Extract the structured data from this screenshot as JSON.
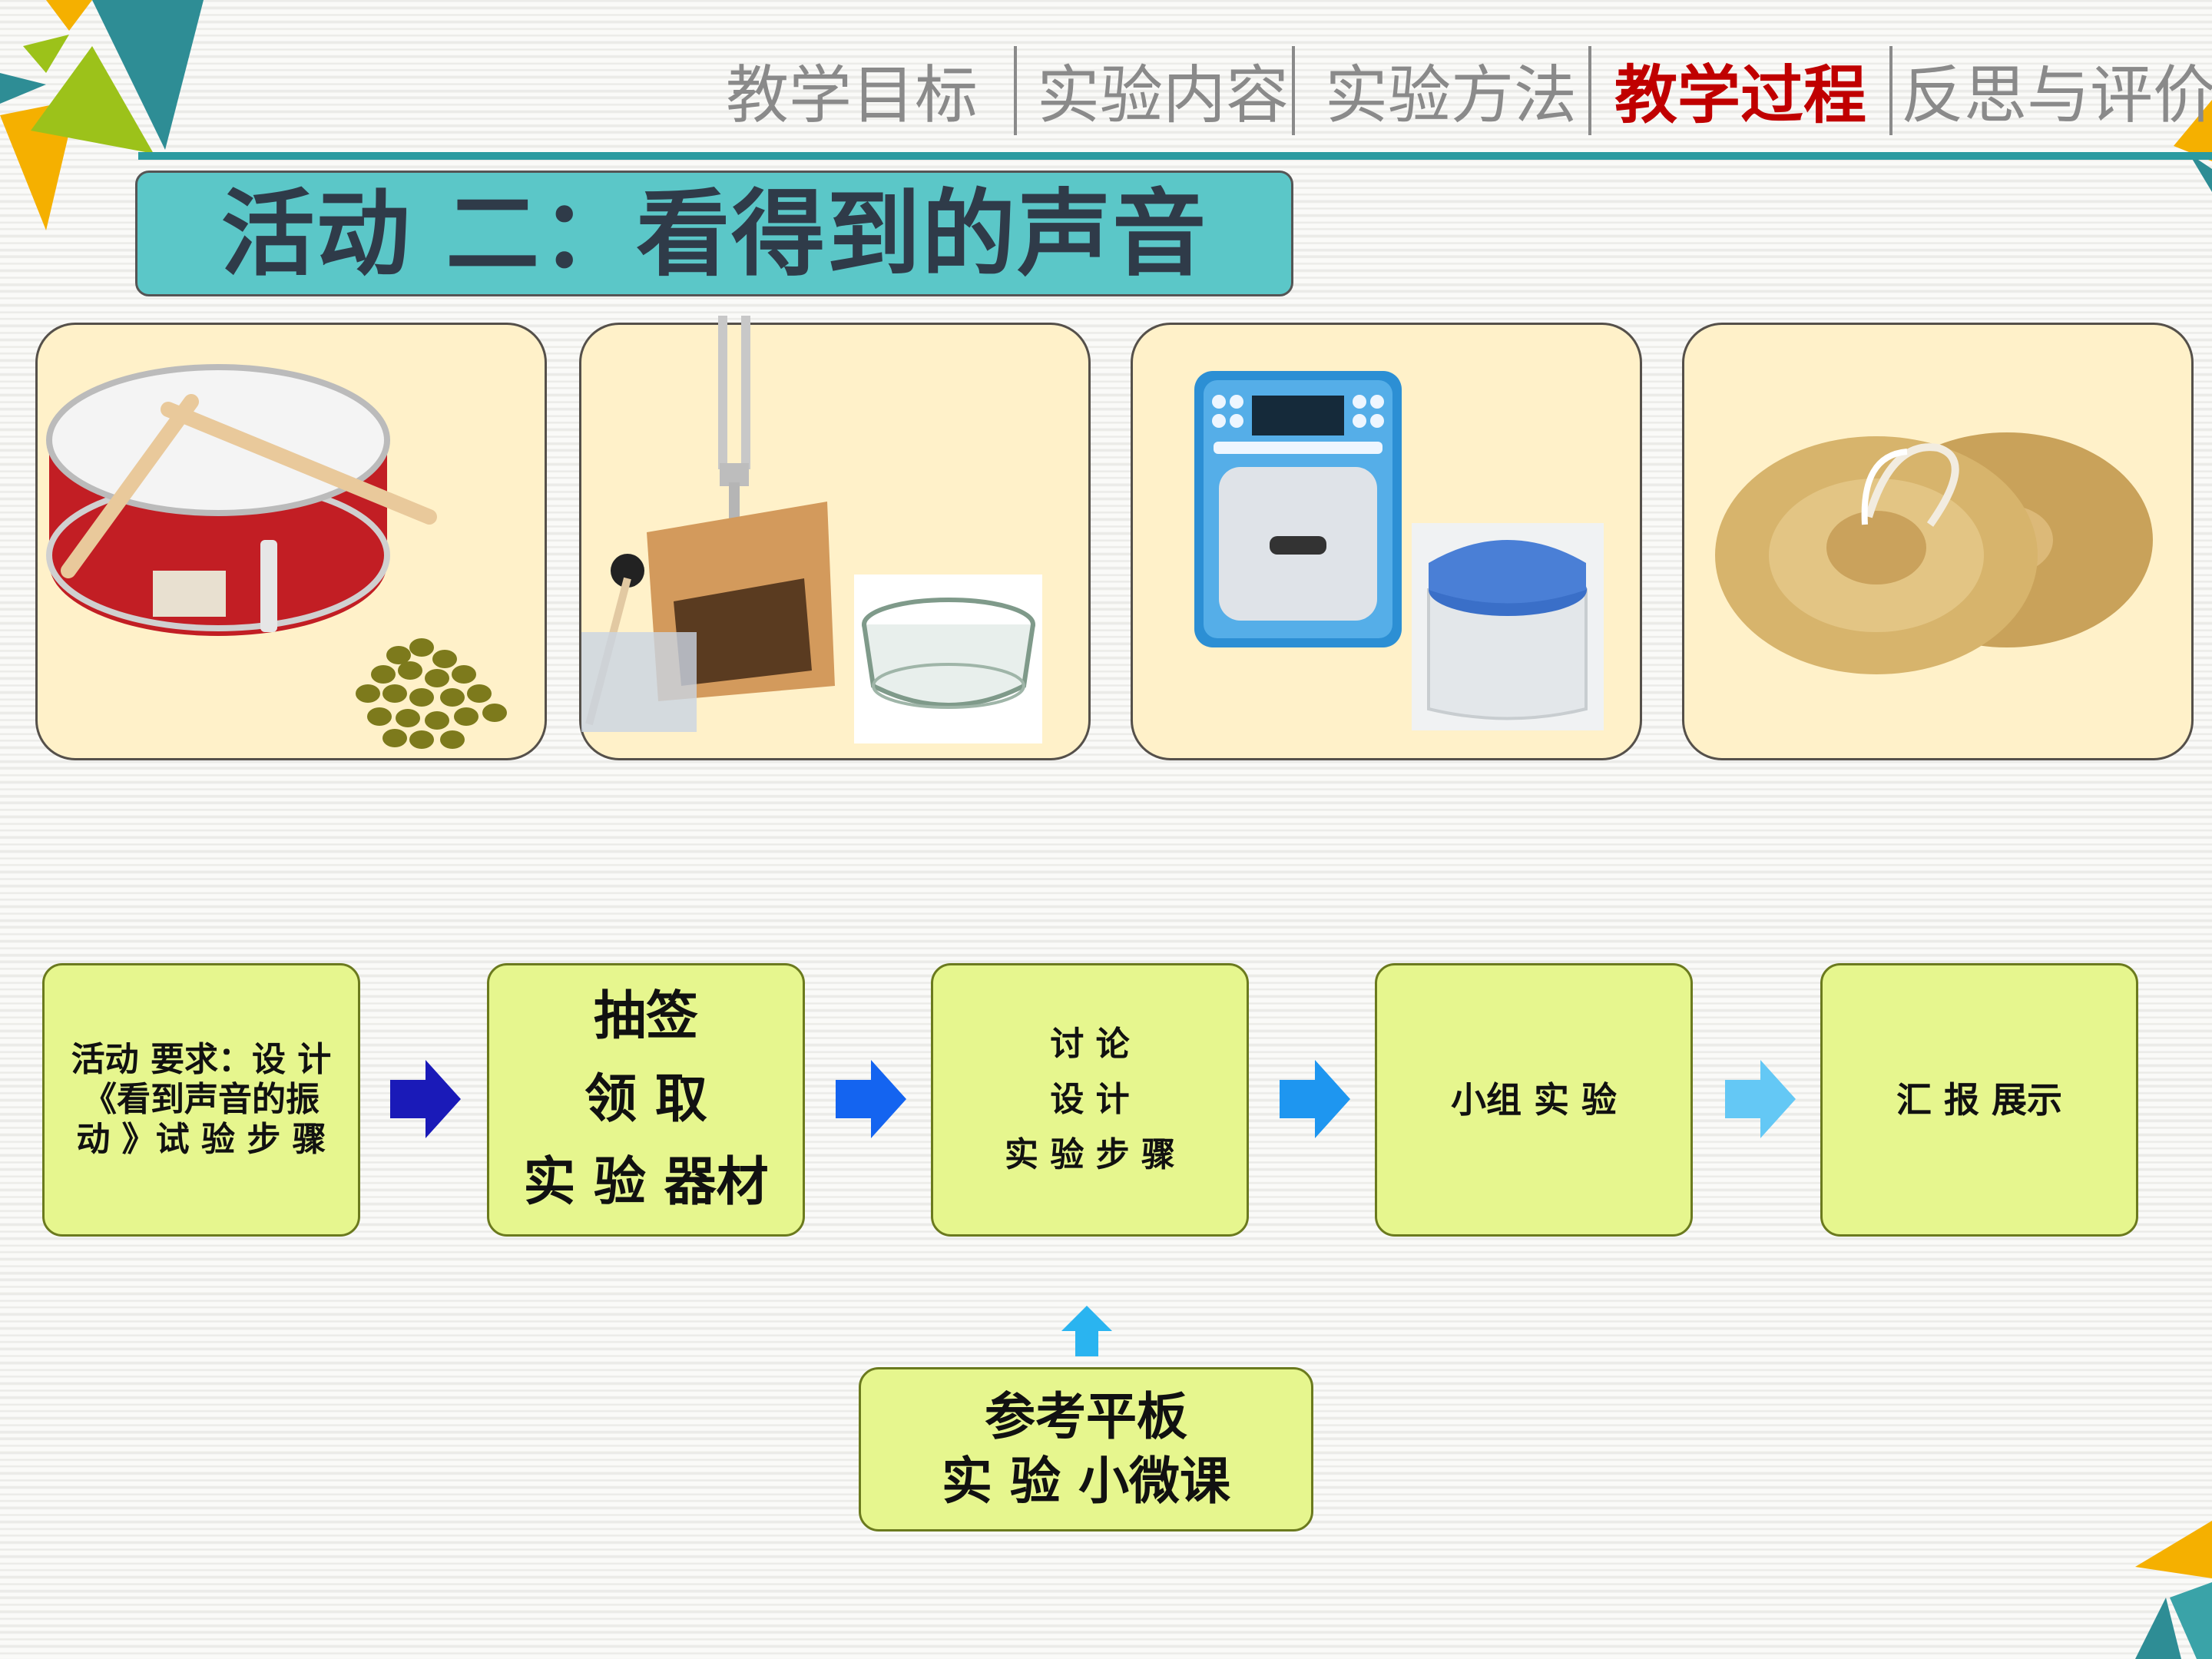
{
  "nav": {
    "items": [
      {
        "label": "教学目标",
        "active": false
      },
      {
        "label": "实验内容",
        "active": false
      },
      {
        "label": "实验方法",
        "active": false
      },
      {
        "label": "教学过程",
        "active": true
      },
      {
        "label": "反思与评价",
        "active": false
      }
    ]
  },
  "title": "活动 二：看得到的声音",
  "cards": [
    {
      "icon": "drum-with-beans-icon"
    },
    {
      "icon": "tuning-fork-and-water-dish-icon"
    },
    {
      "icon": "speaker-and-covered-jar-icon"
    },
    {
      "icon": "cymbals-icon"
    }
  ],
  "flow": {
    "steps": [
      {
        "lines": [
          "活动 要求：设 计",
          "《看到声音的振",
          "动 》试 验 步 骤"
        ]
      },
      {
        "lines": [
          "抽签",
          "领 取",
          "实 验 器材"
        ]
      },
      {
        "lines": [
          "讨 论",
          "设 计",
          "实 验 步 骤"
        ]
      },
      {
        "lines": [
          "小组 实 验"
        ]
      },
      {
        "lines": [
          "汇 报 展示"
        ]
      }
    ],
    "arrow_colors": [
      "#1a1ab8",
      "#1464f0",
      "#1e96f0",
      "#64c8f5"
    ],
    "reference": {
      "lines": [
        "参考平板",
        "实 验 小微课"
      ]
    },
    "up_arrow_color": "#2ab4f0"
  },
  "colors": {
    "accent_teal": "#2b9aa0",
    "title_bg": "#5bc7c8",
    "active_nav": "#c00000",
    "card_bg": "#fff1c9",
    "flow_bg": "#e6f68e"
  }
}
